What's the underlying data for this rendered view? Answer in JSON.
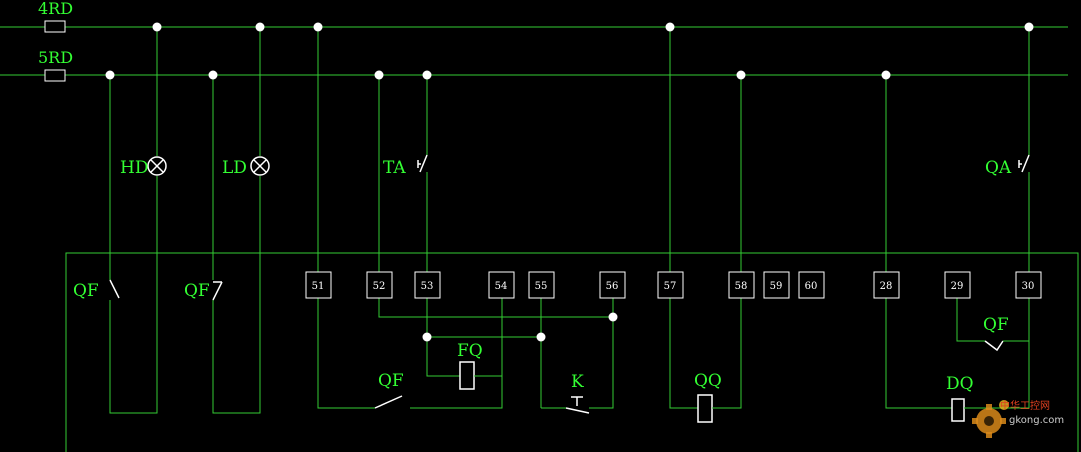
{
  "labels": {
    "fuse_4rd": "4RD",
    "fuse_5rd": "5RD",
    "lamp_hd": "HD",
    "lamp_ld": "LD",
    "switch_ta": "TA",
    "switch_qa": "QA",
    "contact_qf_1": "QF",
    "contact_qf_2": "QF",
    "contact_qf_3": "QF",
    "contact_qf_4": "QF",
    "coil_fq": "FQ",
    "button_k": "K",
    "coil_qq": "QQ",
    "coil_dq": "DQ"
  },
  "terminals": [
    {
      "id": "t51",
      "label": "51"
    },
    {
      "id": "t52",
      "label": "52"
    },
    {
      "id": "t53",
      "label": "53"
    },
    {
      "id": "t54",
      "label": "54"
    },
    {
      "id": "t55",
      "label": "55"
    },
    {
      "id": "t56",
      "label": "56"
    },
    {
      "id": "t57",
      "label": "57"
    },
    {
      "id": "t58",
      "label": "58"
    },
    {
      "id": "t59",
      "label": "59"
    },
    {
      "id": "t60",
      "label": "60"
    },
    {
      "id": "t28",
      "label": "28"
    },
    {
      "id": "t29",
      "label": "29"
    },
    {
      "id": "t30",
      "label": "30"
    }
  ],
  "watermark": {
    "brand": "中华工控网",
    "url": "gkong.com"
  },
  "colors": {
    "wire": "#33cc33",
    "label": "#33ff33",
    "node": "#ffffff",
    "background": "#000000"
  }
}
